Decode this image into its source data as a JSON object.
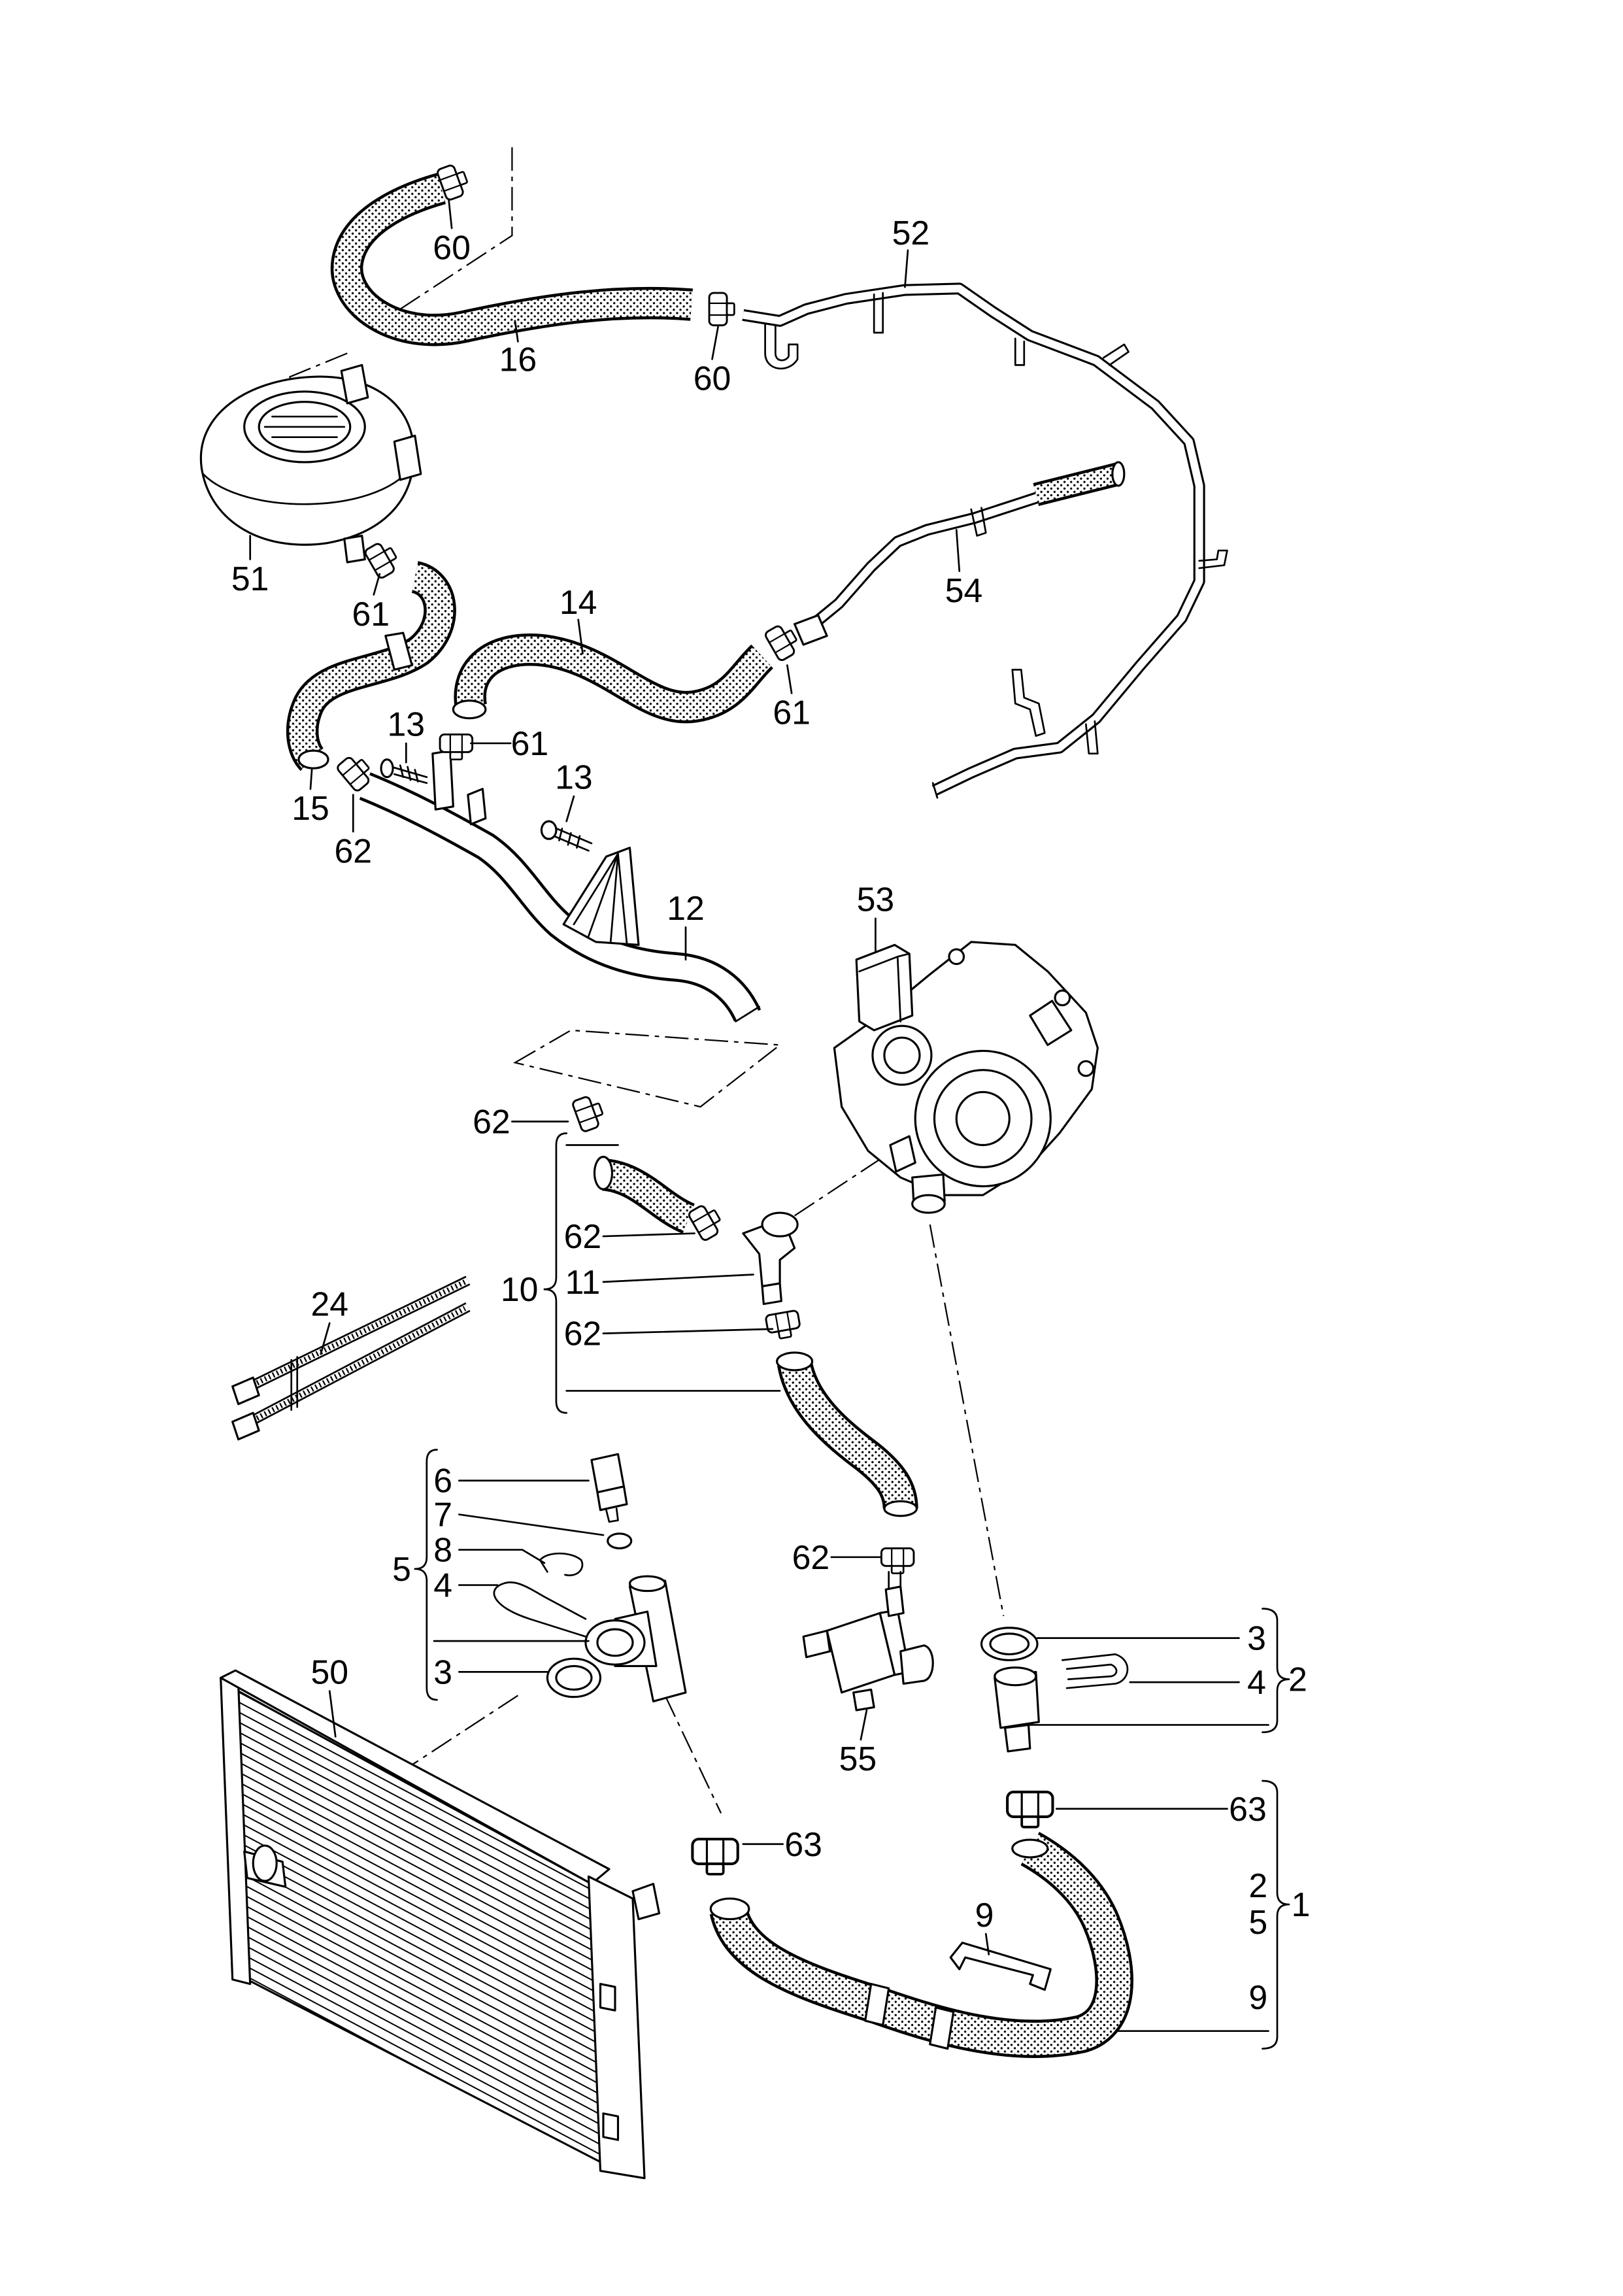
{
  "diagram": {
    "callouts": [
      "60",
      "16",
      "60",
      "52",
      "51",
      "61",
      "14",
      "54",
      "61",
      "13",
      "61",
      "15",
      "62",
      "13",
      "12",
      "53",
      "62",
      "10",
      "62",
      "11",
      "62",
      "24",
      "6",
      "7",
      "8",
      "5",
      "4",
      "3",
      "50",
      "62",
      "3",
      "4",
      "2",
      "55",
      "63",
      "63",
      "2",
      "5",
      "1",
      "9",
      "9"
    ]
  }
}
